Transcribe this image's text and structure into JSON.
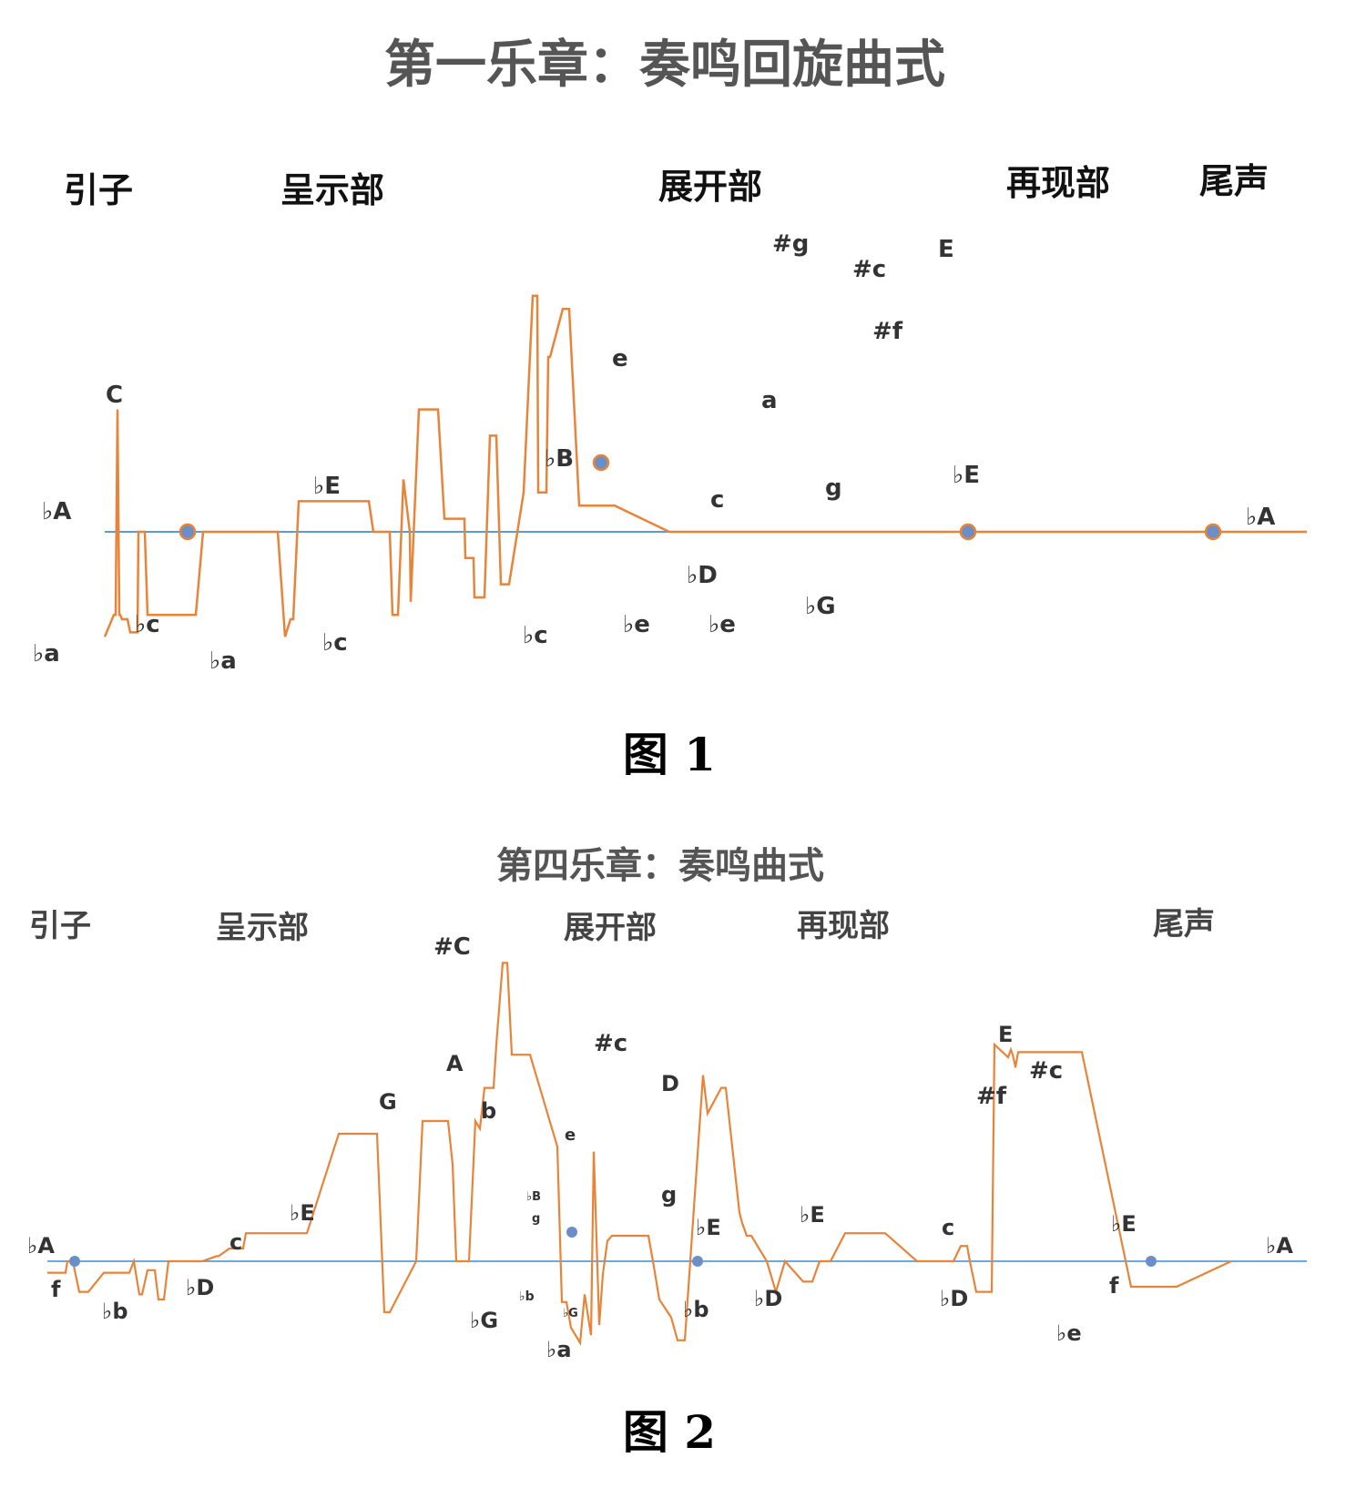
{
  "colors": {
    "line": "#e8843a",
    "baseline": "#5b9bd5",
    "marker": "#6a8fc8",
    "text": "#333333"
  },
  "charts": [
    {
      "title": "第一乐章：奏鸣回旋曲式",
      "caption": "图 1",
      "sections": [
        "引子",
        "呈示部",
        "展开部",
        "再现部",
        "尾声"
      ],
      "labels": [
        "C",
        "♭A",
        "♭a",
        "♭c",
        "♭a",
        "♭E",
        "♭c",
        "♭c",
        "♭B",
        "♭e",
        "e",
        "c",
        "♭D",
        "♭e",
        "a",
        "♭G",
        "#g",
        "g",
        "#c",
        "#f",
        "E",
        "♭E",
        "♭A"
      ]
    },
    {
      "title": "第四乐章：奏鸣曲式",
      "caption": "图 2",
      "sections": [
        "引子",
        "呈示部",
        "展开部",
        "再现部",
        "尾声"
      ],
      "labels": [
        "♭A",
        "f",
        "♭b",
        "♭D",
        "c",
        "♭E",
        "G",
        "A",
        "b",
        "#C",
        "♭G",
        "♭B",
        "g",
        "♭b",
        "e",
        "♭G",
        "♭a",
        "#c",
        "D",
        "g",
        "♭E",
        "♭b",
        "♭D",
        "♭E",
        "c",
        "♭D",
        "E",
        "#f",
        "#c",
        "♭e",
        "f",
        "♭E",
        "♭A"
      ]
    }
  ],
  "chart_data": [
    {
      "type": "line",
      "title": "第一乐章：奏鸣回旋曲式",
      "x": [
        0,
        10,
        12,
        14,
        16,
        17,
        19,
        23,
        25,
        28,
        32,
        36,
        37,
        40,
        44,
        47,
        80,
        100,
        108,
        116,
        134,
        141,
        147,
        151,
        164,
        167,
        171,
        181,
        184,
        190,
        198,
        204,
        207,
        213,
        225,
        232,
        243,
        258,
        262,
        265,
        278,
        280,
        290,
        295,
        304,
        313,
        316,
        322,
        328,
        335,
        336,
        345,
        355,
        366,
        373,
        390,
        395,
        396,
        403,
        405,
        406,
        413,
        417,
        423,
        430,
        435,
        444,
        460,
        470,
        475,
        476,
        485,
        487,
        489,
        503,
        510,
        521,
        560,
        620,
        740,
        770,
        802,
        843,
        852,
        858,
        903,
        1140,
        1190,
        1320
      ],
      "y": [
        -1.2,
        -0.95,
        -0.95,
        1.4,
        -0.95,
        -0.95,
        -1.0,
        -1.0,
        -1.0,
        -1.15,
        -1.15,
        -1.15,
        0,
        0,
        0,
        -0.95,
        -0.95,
        -0.95,
        0,
        0,
        0,
        0,
        0,
        0,
        0,
        0,
        0,
        0,
        0,
        0,
        -1.2,
        -1.0,
        -1.0,
        0.35,
        0.35,
        0.35,
        0.35,
        0.35,
        0.35,
        0.35,
        0.35,
        0.35,
        0.35,
        0,
        0,
        0,
        -0.95,
        -0.95,
        0.6,
        0,
        -0.8,
        1.4,
        1.4,
        1.4,
        0.15,
        0.15,
        0.15,
        -0.3,
        -0.3,
        -0.3,
        -0.75,
        -0.75,
        -0.75,
        1.1,
        1.1,
        -0.6,
        -0.6,
        0.45,
        2.7,
        2.7,
        0.45,
        0.45,
        2.0,
        2.0,
        2.55,
        2.55,
        0.3,
        0.3,
        0,
        0,
        0,
        0,
        0,
        0,
        0,
        0,
        0,
        0,
        0
      ],
      "xlabel": "",
      "ylabel": "",
      "grid": false
    },
    {
      "type": "line",
      "title": "第四乐章：奏鸣曲式",
      "x": [
        0,
        20,
        22,
        28,
        35,
        45,
        62,
        65,
        72,
        90,
        95,
        101,
        104,
        110,
        118,
        122,
        128,
        133,
        140,
        160,
        170,
        186,
        188,
        200,
        215,
        218,
        228,
        236,
        247,
        260,
        270,
        285,
        320,
        325,
        362,
        370,
        376,
        405,
        412,
        420,
        440,
        445,
        449,
        455,
        463,
        470,
        475,
        480,
        486,
        490,
        493,
        500,
        505,
        510,
        530,
        560,
        565,
        570,
        575,
        585,
        590,
        597,
        600,
        606,
        610,
        615,
        620,
        650,
        660,
        665,
        672,
        685,
        692,
        700,
        720,
        725,
        740,
        745,
        760,
        763,
        768,
        773,
        790,
        800,
        810,
        830,
        840,
        848,
        860,
        876,
        885,
        900,
        920,
        955,
        995,
        1003,
        1006,
        1010,
        1013,
        1020,
        1037,
        1040,
        1055,
        1058,
        1060,
        1062,
        1063,
        1066,
        1070,
        1090,
        1108,
        1136,
        1190,
        1240,
        1300
      ],
      "y": [
        -0.45,
        -0.45,
        0,
        0,
        -1.2,
        -1.2,
        -0.45,
        -0.45,
        -0.45,
        -0.45,
        0,
        -1.3,
        -1.3,
        -0.35,
        -0.35,
        -1.5,
        -1.5,
        0,
        0,
        0,
        0,
        0.2,
        0.2,
        0.5,
        0.5,
        1.1,
        1.1,
        1.1,
        1.1,
        1.1,
        1.1,
        1.1,
        5.0,
        5.0,
        5.0,
        -2.0,
        -2.0,
        0.0,
        5.5,
        5.5,
        5.5,
        3.8,
        0.0,
        0.0,
        0.0,
        5.5,
        5.2,
        6.8,
        6.8,
        6.8,
        8.5,
        11.7,
        11.7,
        8.1,
        8.1,
        4.5,
        -1.6,
        -1.6,
        -2.6,
        -3.2,
        -1.3,
        -2.9,
        4.3,
        -2.5,
        -0.5,
        0.8,
        1.0,
        1.0,
        1.0,
        0,
        -1.5,
        -2.2,
        -3.1,
        -3.1,
        7.3,
        5.8,
        6.8,
        6.8,
        1.9,
        1.5,
        1.0,
        1.0,
        0,
        -1.2,
        0,
        -0.8,
        -0.8,
        0,
        0,
        1.1,
        1.1,
        1.1,
        1.1,
        0,
        0,
        0.6,
        0.6,
        0.6,
        0,
        -1.2,
        -1.2,
        8.5,
        8.0,
        8.3,
        8.1,
        7.8,
        7.6,
        8.2,
        8.2,
        8.2,
        8.2,
        8.2,
        -1.0,
        -1.0,
        0
      ],
      "xlabel": "",
      "ylabel": "",
      "grid": false
    }
  ]
}
